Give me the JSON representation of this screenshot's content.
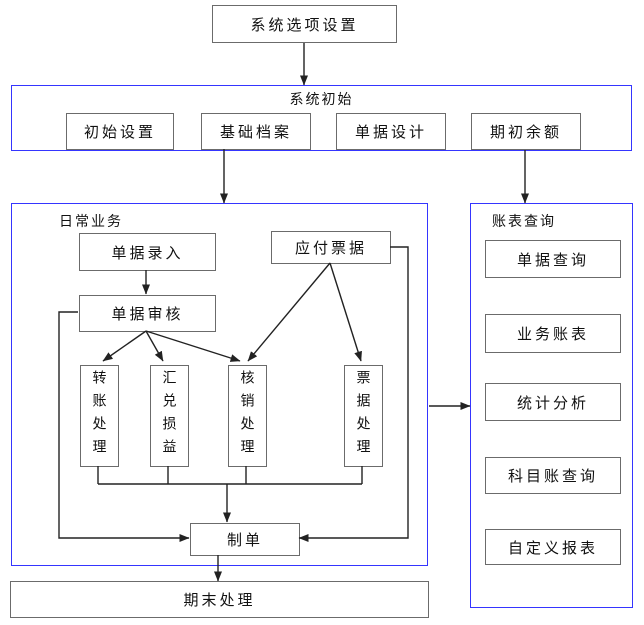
{
  "diagram": {
    "nodes": {
      "system_options": "系统选项设置",
      "system_init_title": "系统初始",
      "init_settings": "初始设置",
      "basic_archives": "基础档案",
      "doc_design": "单据设计",
      "opening_balance": "期初余额",
      "daily_business_title": "日常业务",
      "doc_entry": "单据录入",
      "doc_audit": "单据审核",
      "payable_notes": "应付票据",
      "transfer_processing": "转账处理",
      "exchange_gain_loss": "汇兑损益",
      "writeoff_processing": "核销处理",
      "notes_processing": "票据处理",
      "voucher_making": "制单",
      "report_query_title": "账表查询",
      "doc_query": "单据查询",
      "business_reports": "业务账表",
      "statistical_analysis": "统计分析",
      "subject_ledger_query": "科目账查询",
      "custom_reports": "自定义报表",
      "period_end": "期末处理"
    },
    "colors": {
      "container_border": "#3535ff",
      "box_border": "#6b6b6b",
      "line": "#222222"
    }
  }
}
